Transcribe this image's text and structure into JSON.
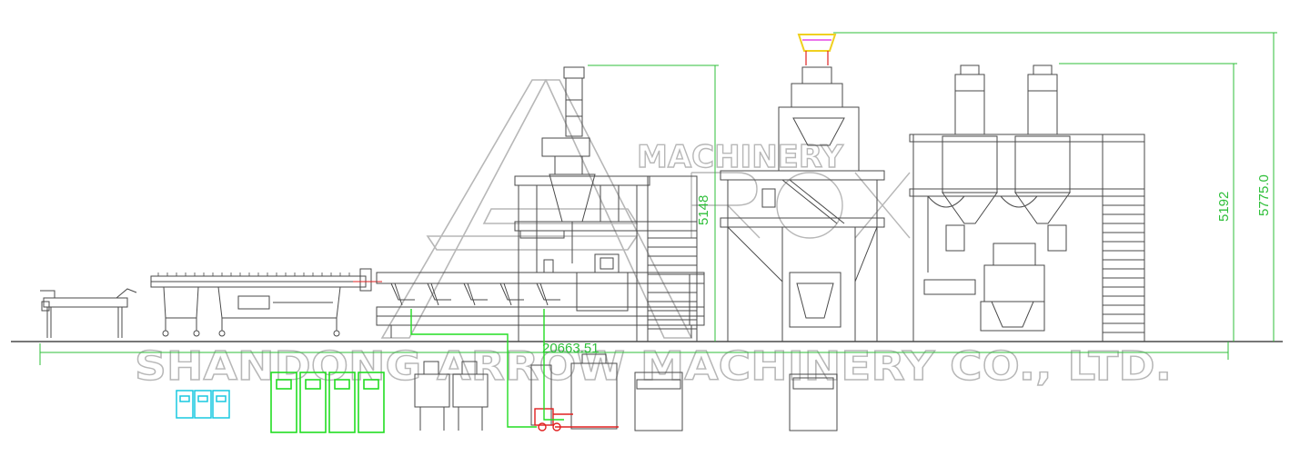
{
  "dimensions": {
    "overall_length": "20663.51",
    "height_extruder": "5148",
    "height_mid": "5192",
    "height_max": "5775.0"
  },
  "watermark": {
    "brand_top": "MACHINERY",
    "company": "SHANDONG ARROW MACHINERY CO., LTD."
  },
  "colors": {
    "line": "#4a4a4a",
    "dimension": "#2fbf3a",
    "watermark": "#b7b7b7",
    "cyan_panel": "#19c8e0",
    "green_panel": "#22dd22",
    "red_accent": "#e02020",
    "yellow_accent": "#f0d020",
    "magenta_accent": "#e020e0"
  },
  "icons": {
    "control_cabinet_cyan": "control-cabinet-icon",
    "control_cabinet_green": "control-cabinet-icon"
  }
}
